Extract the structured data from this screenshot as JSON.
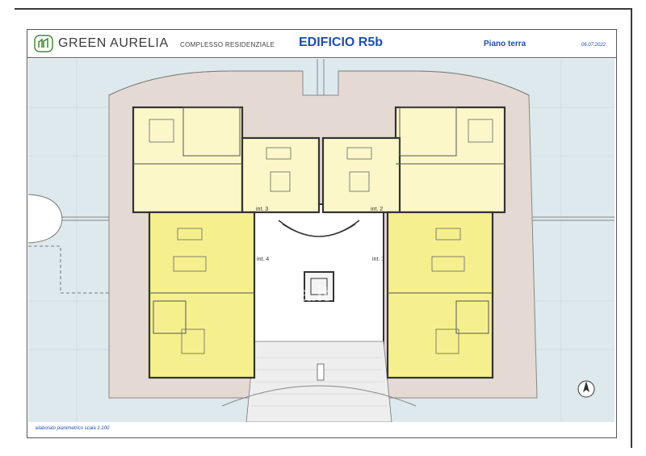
{
  "header": {
    "brand": "GREEN AURELIA",
    "subtitle": "COMPLESSO RESIDENZIALE",
    "building": "EDIFICIO R5b",
    "floor": "Piano terra",
    "date": "06.07.2022"
  },
  "plan": {
    "units": [
      "int. 3",
      "int. 2",
      "int. 4",
      "int. 1"
    ]
  },
  "footer": {
    "scale_note": "elaborato planimetrico scala 1:100"
  },
  "watermark": "casa.it",
  "colors": {
    "accent": "#1f4fa8",
    "garden": "#dde9ec",
    "unit_light": "#fbf7c9",
    "unit_bright": "#f6ef8e",
    "terrace": "#e4dad3"
  }
}
